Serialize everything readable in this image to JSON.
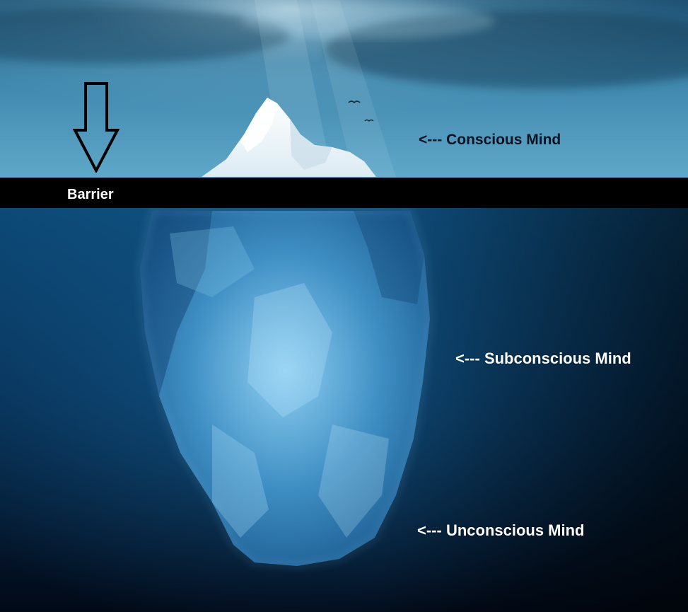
{
  "labels": {
    "conscious": "<--- Conscious Mind",
    "subconscious": "<--- Subconscious Mind",
    "unconscious": "<--- Unconscious Mind",
    "barrier": "Barrier"
  },
  "icons": {
    "arrow": "down-arrow-icon",
    "birds": "bird-icon"
  },
  "colors": {
    "sky_top": "#1d5577",
    "sky_horizon": "#5ea6c8",
    "water_upper": "#0f4e7c",
    "water_deep": "#020b19",
    "ice_tip": "#f2f8fb",
    "ice_underwater": "#5aa6d6",
    "barrier": "#000000",
    "text_light": "#ffffff",
    "text_dark": "#07121f"
  }
}
